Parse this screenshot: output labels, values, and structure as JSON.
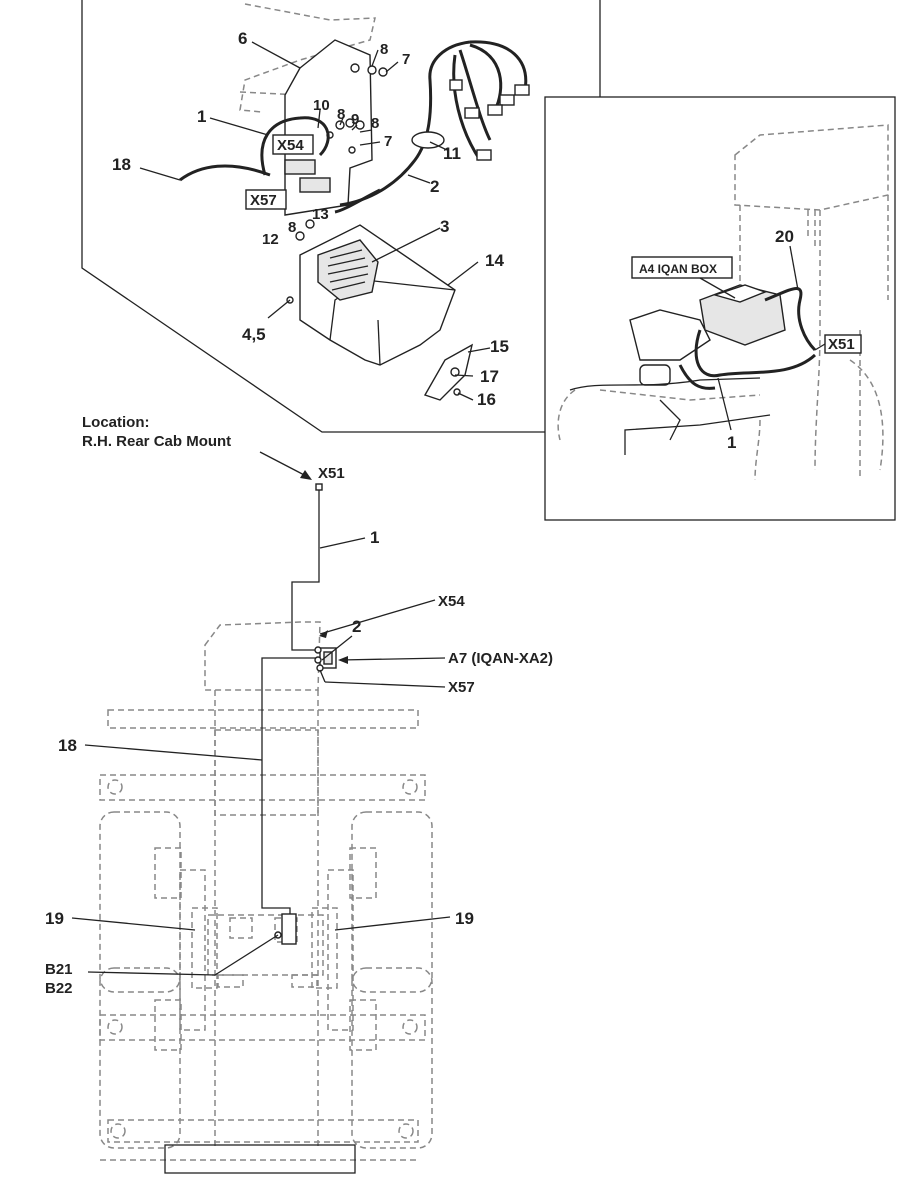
{
  "callouts": {
    "c1": "1",
    "c2": "2",
    "c3": "3",
    "c45": "4,5",
    "c6": "6",
    "c7": "7",
    "c7b": "7",
    "c8": "8",
    "c8b": "8",
    "c8c": "8",
    "c8d": "8",
    "c9": "9",
    "c10": "10",
    "c11": "11",
    "c12": "12",
    "c13": "13",
    "c14": "14",
    "c15": "15",
    "c16": "16",
    "c17": "17",
    "c18": "18",
    "c20": "20",
    "c1_inset": "1",
    "x54_top": "X54",
    "x57_top": "X57",
    "a4_box": "A4 IQAN BOX",
    "x51_inset": "X51"
  },
  "location": {
    "line1": "Location:",
    "line2": "R.H. Rear Cab Mount"
  },
  "schematic": {
    "x51": "X51",
    "c1": "1",
    "x54": "X54",
    "c2": "2",
    "a7": "A7 (IQAN-XA2)",
    "x57": "X57",
    "c18": "18",
    "c19_left": "19",
    "c19_right": "19",
    "b21": "B21",
    "b22": "B22"
  }
}
